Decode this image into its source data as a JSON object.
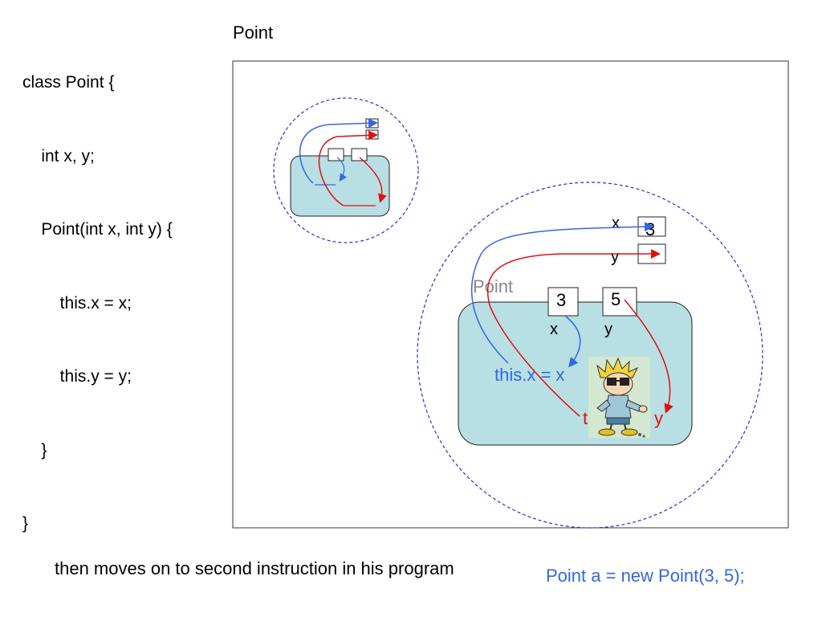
{
  "code": {
    "lines": [
      "class Point {",
      "    int x, y;",
      "    Point(int x, int y) {",
      "        this.x = x;",
      "        this.y = y;",
      "    }",
      "}"
    ]
  },
  "diagram": {
    "title": "Point",
    "object": {
      "label": "Point",
      "field_values": [
        "3",
        "5"
      ],
      "field_names": [
        "x",
        "y"
      ],
      "outer_field_x_label": "x",
      "outer_field_y_label": "y",
      "outer_field_x_value": "3",
      "statement_text": "this.x = x",
      "red_t": "t",
      "red_y": "y"
    }
  },
  "caption": "then moves on to second instruction in his program",
  "statement": "Point a = new Point(3, 5);",
  "colors": {
    "blue": "#3366e6",
    "red": "#e01010",
    "dashed_circle": "#2233cc",
    "object_fill": "#b8dfe3",
    "gray_label": "#888888"
  },
  "icons": {
    "character": "cartoon-boy-with-glasses-icon"
  }
}
